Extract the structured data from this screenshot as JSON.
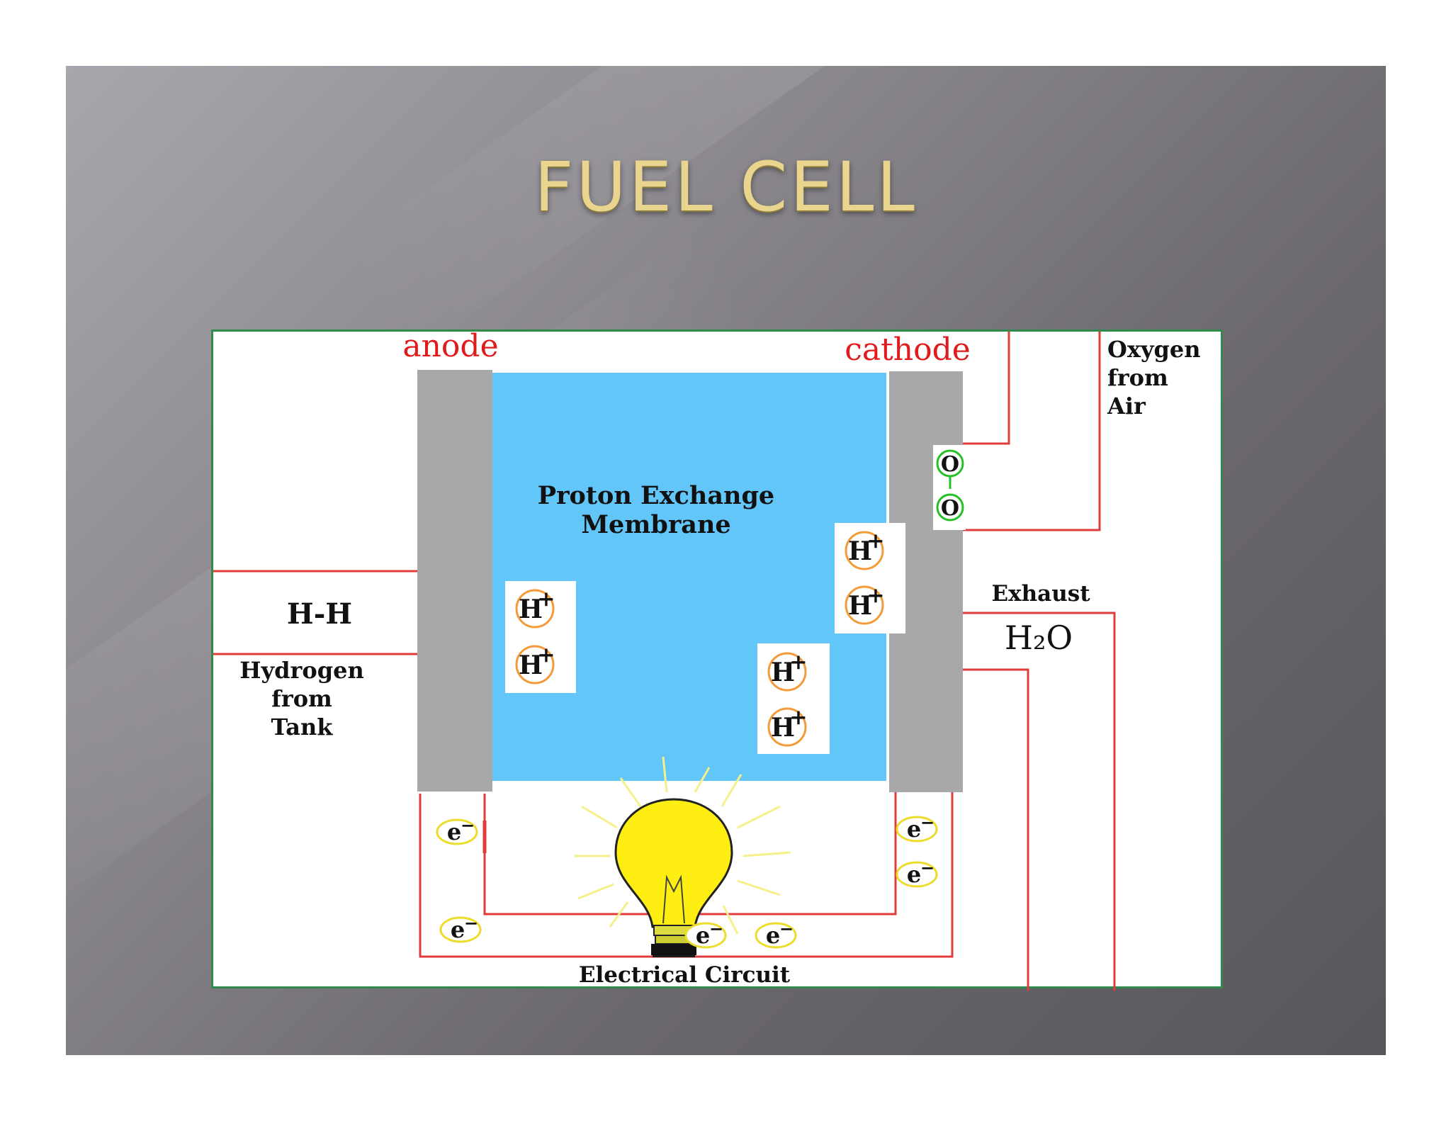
{
  "title": "FUEL CELL",
  "diagram": {
    "anode_label": "anode",
    "cathode_label": "cathode",
    "oxygen_label": [
      "Oxygen",
      "from",
      "Air"
    ],
    "membrane_label": [
      "Proton Exchange",
      "Membrane"
    ],
    "hydrogen_molecule": "H-H",
    "hydrogen_label": [
      "Hydrogen",
      "from",
      "Tank"
    ],
    "exhaust_label": "Exhaust",
    "water_label": "H₂O",
    "oxygen_atom": "O",
    "proton": "H",
    "proton_charge": "+",
    "electron": "e",
    "electron_charge": "−",
    "circuit_label": "Electrical Circuit"
  },
  "colors": {
    "membrane": "#62c6f8",
    "electrode": "#a8a8a8",
    "wire": "#e23b3b",
    "label_red": "#e01b1b",
    "proton_ring": "#f39b39",
    "electron_ring": "#ecdc2c",
    "oxygen_ring": "#25c025",
    "bulb": "#ffee11",
    "title_gold": "#e9d58e"
  }
}
